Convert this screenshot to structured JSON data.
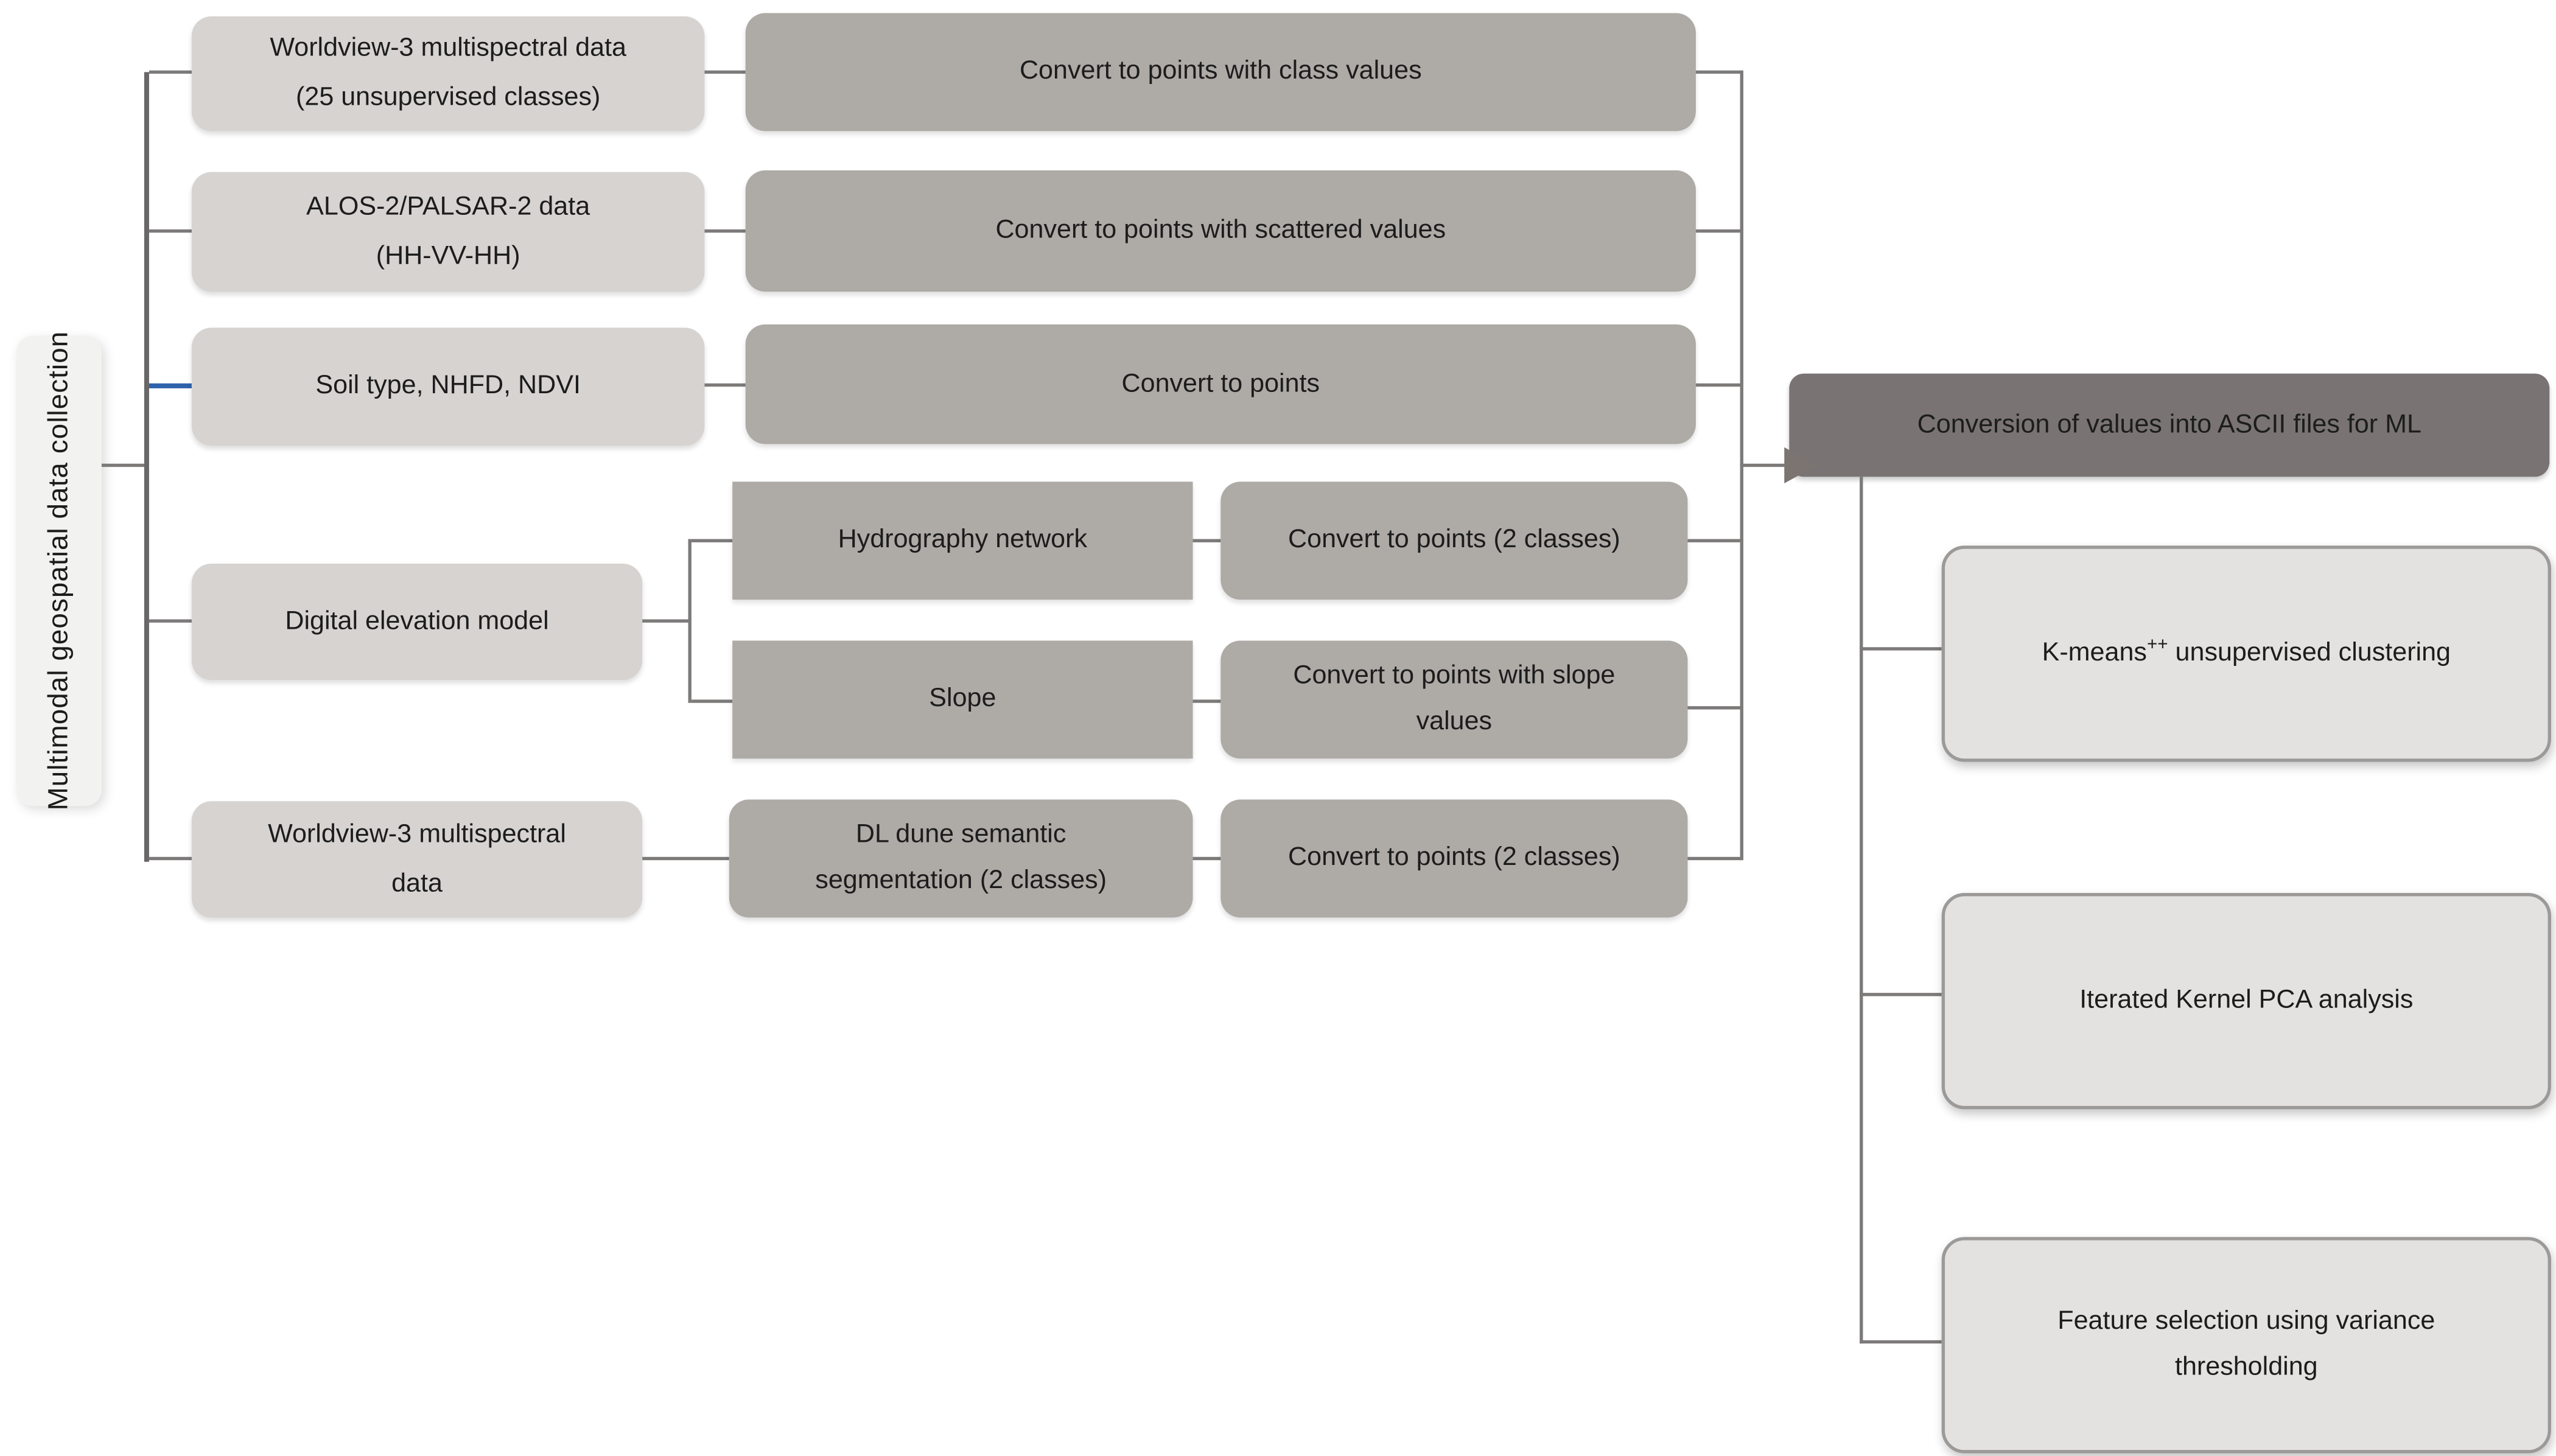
{
  "label": {
    "text": "Multimodal geospatial data collection"
  },
  "sources": [
    {
      "line1": "Worldview-3 multispectral data",
      "line2": "(25 unsupervised classes)"
    },
    {
      "line1": "ALOS-2/PALSAR-2 data",
      "line2": "(HH-VV-HH)"
    },
    {
      "line1": "Soil type, NHFD, NDVI"
    },
    {
      "line1": "Digital elevation model"
    },
    {
      "line1": "Worldview-3 multispectral",
      "line2": "data"
    }
  ],
  "converters": [
    {
      "text": "Convert to points with class values"
    },
    {
      "text": "Convert to points with scattered values"
    },
    {
      "text": "Convert to points"
    }
  ],
  "dem_branch": [
    {
      "text": "Hydrography network"
    },
    {
      "text": "Slope"
    }
  ],
  "dl_box": {
    "line1": "DL dune semantic",
    "line2": "segmentation (2 classes)"
  },
  "point_converters": [
    {
      "text": "Convert to points (2 classes)"
    },
    {
      "line1": "Convert to points with slope",
      "line2": "values"
    },
    {
      "text": "Convert to points (2 classes)"
    }
  ],
  "ascii_box": {
    "text": "Conversion of values into ASCII files for ML"
  },
  "ml_steps": [
    {
      "prefix": "K-means",
      "sup": "++",
      "suffix": " unsupervised clustering"
    },
    {
      "text": "Iterated Kernel PCA analysis"
    },
    {
      "line1": "Feature selection using variance",
      "line2": "thresholding"
    }
  ],
  "icons": {
    "flow_arrow_icon": "triangle-right"
  },
  "colors": {
    "source_fill": "#d6d3d1",
    "mid_fill": "#aeaaa6",
    "dark_fill": "#797374",
    "step_fill": "#e3e2e1",
    "step_border": "#9c9a99",
    "label_fill": "#f2f2f1",
    "line": "#7d7a7a",
    "trunk": "#696767",
    "blue_line": "#2e63ac",
    "arrow": "#7b7470",
    "text": "#1c1c1c"
  }
}
